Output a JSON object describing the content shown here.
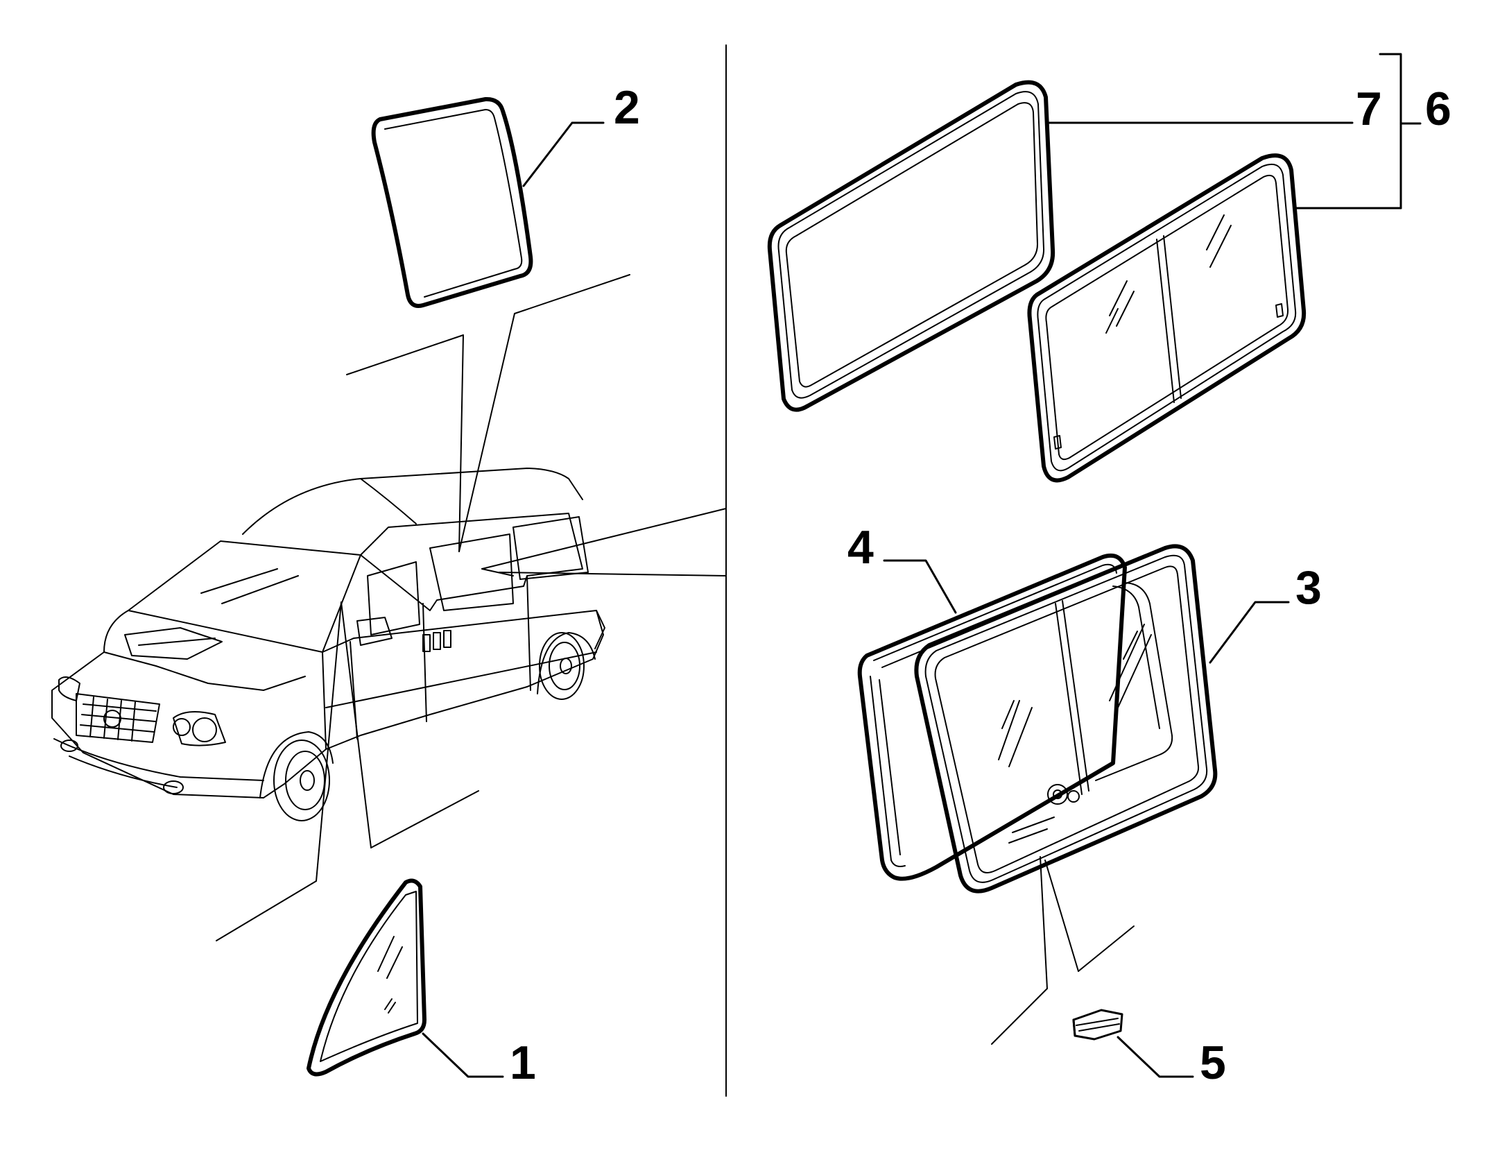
{
  "diagram": {
    "callouts": {
      "part_1": "1",
      "part_2": "2",
      "part_3": "3",
      "part_4": "4",
      "part_5": "5",
      "part_6": "6",
      "part_7": "7"
    }
  }
}
